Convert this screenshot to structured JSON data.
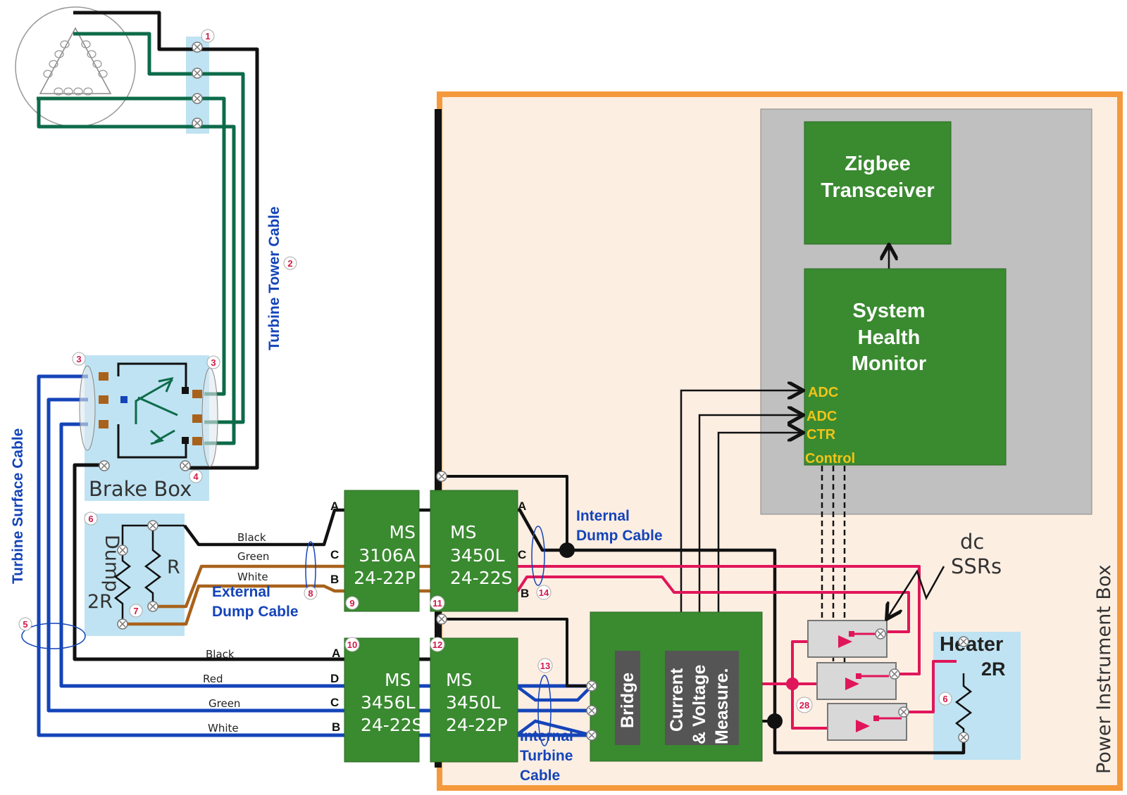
{
  "colors": {
    "box_border": "#f59a3c",
    "box_fill": "#fdeee2",
    "gray_panel": "#c0c0c0",
    "module_green": "#3a8a30",
    "connector_green": "#3a8a30",
    "light_blue": "#bfe3f2",
    "wire_black": "#111111",
    "wire_green": "#0d6b4a",
    "wire_blue": "#1444b8",
    "wire_brown": "#a8621c",
    "wire_red": "#e0165a",
    "label_blue": "#1444b8",
    "label_yellow": "#f0c419",
    "badge_red": "#d11a4a",
    "dark_box": "#555555"
  },
  "labels": {
    "turbine_tower_cable": "Turbine Tower Cable",
    "turbine_surface_cable": "Turbine Surface Cable",
    "brake_box": "Brake Box",
    "dump": "Dump",
    "dump_2r": "2R",
    "dump_r": "R",
    "external_dump_cable_1": "External",
    "external_dump_cable_2": "Dump Cable",
    "internal_dump_cable_1": "Internal",
    "internal_dump_cable_2": "Dump Cable",
    "internal_turbine_cable_1": "Internal",
    "internal_turbine_cable_2": "Turbine",
    "internal_turbine_cable_3": "Cable",
    "power_instrument_box": "Power Instrument Box",
    "zigbee_1": "Zigbee",
    "zigbee_2": "Transceiver",
    "shm_1": "System",
    "shm_2": "Health",
    "shm_3": "Monitor",
    "adc1": "ADC",
    "adc2": "ADC",
    "ctr": "CTR",
    "control": "Control",
    "dc_ssrs_1": "dc",
    "dc_ssrs_2": "SSRs",
    "heater": "Heater",
    "heater_2r": "2R",
    "bridge": "Bridge",
    "measure_1": "Current",
    "measure_2": "& Voltage",
    "measure_3": "Measure."
  },
  "wire_names": {
    "top_black": "Black",
    "top_green": "Green",
    "top_white": "White",
    "bot_black": "Black",
    "bot_red": "Red",
    "bot_green": "Green",
    "bot_white": "White"
  },
  "pins": {
    "top_a": "A",
    "top_c": "C",
    "top_b": "B",
    "mid_a": "A",
    "mid_c": "C",
    "mid_b": "B",
    "bot_a": "A",
    "bot_d": "D",
    "bot_c": "C",
    "bot_b": "B"
  },
  "connectors": {
    "c1": {
      "l1": "MS",
      "l2": "3106A",
      "l3": "24-22P"
    },
    "c2": {
      "l1": "MS",
      "l2": "3450L",
      "l3": "24-22S"
    },
    "c3": {
      "l1": "MS",
      "l2": "3456L",
      "l3": "24-22S"
    },
    "c4": {
      "l1": "MS",
      "l2": "3450L",
      "l3": "24-22P"
    }
  },
  "badges": {
    "b1": "1",
    "b2": "2",
    "b3a": "3",
    "b3b": "3",
    "b4": "4",
    "b5": "5",
    "b6a": "6",
    "b6b": "6",
    "b7": "7",
    "b8": "8",
    "b9": "9",
    "b10": "10",
    "b11": "11",
    "b12": "12",
    "b13": "13",
    "b14": "14",
    "b28": "28"
  }
}
